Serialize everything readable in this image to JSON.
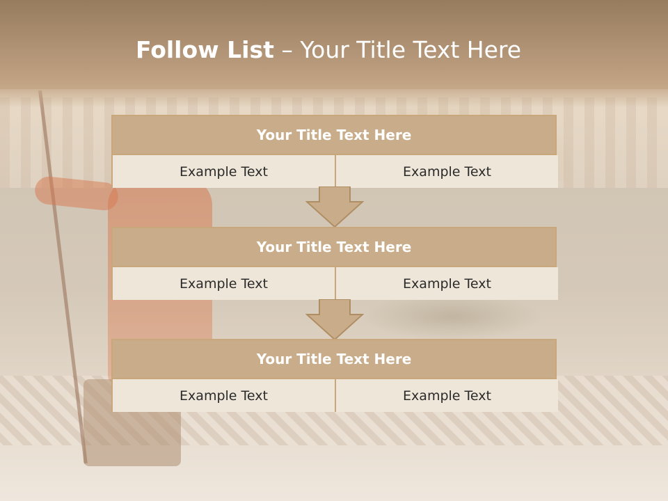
{
  "slide": {
    "title_bold": "Follow List",
    "title_rest": " – Your Title Text Here"
  },
  "list": [
    {
      "title": "Your Title Text Here",
      "left": "Example Text",
      "right": "Example Text"
    },
    {
      "title": "Your Title Text Here",
      "left": "Example Text",
      "right": "Example Text"
    },
    {
      "title": "Your Title Text Here",
      "left": "Example Text",
      "right": "Example Text"
    }
  ],
  "colors": {
    "title_band": "#b09274",
    "block_header": "#c9ad8b",
    "block_border": "#c9a77c",
    "cell_fill": "#efe6da",
    "arrow_fill": "#c9ad8b"
  },
  "icons": [
    "down-arrow-icon",
    "down-arrow-icon"
  ]
}
